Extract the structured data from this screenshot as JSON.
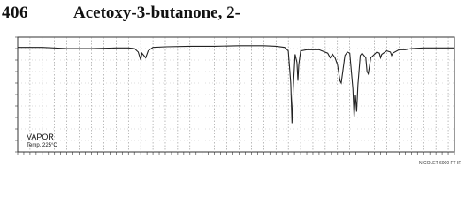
{
  "page": {
    "entry_number": "406",
    "compound_name": "Acetoxy-3-butanone, 2-"
  },
  "chart_data": {
    "type": "line",
    "title": "Acetoxy-3-butanone, 2-",
    "xlabel": "",
    "ylabel": "",
    "x_axis": {
      "unit": "cm-1",
      "xlim": [
        4000,
        450
      ],
      "scale": "linear-reversed"
    },
    "y_axis": {
      "ylim": [
        0,
        100
      ]
    },
    "grid": true,
    "annotations": [
      "VAPOR",
      "Temp. 225°C",
      "NICOLET 6000 FT-IR"
    ],
    "series": [
      {
        "values": [
          [
            4000,
            91
          ],
          [
            3800,
            91
          ],
          [
            3600,
            90
          ],
          [
            3400,
            90
          ],
          [
            3200,
            90.5
          ],
          [
            3100,
            90.5
          ],
          [
            3050,
            90
          ],
          [
            3020,
            87
          ],
          [
            3000,
            80
          ],
          [
            2990,
            86
          ],
          [
            2960,
            82
          ],
          [
            2940,
            88
          ],
          [
            2900,
            91
          ],
          [
            2800,
            91.5
          ],
          [
            2600,
            92
          ],
          [
            2400,
            92
          ],
          [
            2200,
            92.5
          ],
          [
            2000,
            92.5
          ],
          [
            1900,
            92
          ],
          [
            1830,
            91
          ],
          [
            1800,
            88
          ],
          [
            1780,
            60
          ],
          [
            1770,
            25
          ],
          [
            1760,
            55
          ],
          [
            1745,
            85
          ],
          [
            1730,
            78
          ],
          [
            1722,
            62
          ],
          [
            1715,
            76
          ],
          [
            1700,
            88
          ],
          [
            1650,
            89
          ],
          [
            1550,
            89
          ],
          [
            1480,
            86
          ],
          [
            1460,
            82
          ],
          [
            1440,
            85
          ],
          [
            1420,
            82
          ],
          [
            1400,
            76
          ],
          [
            1380,
            62
          ],
          [
            1370,
            60
          ],
          [
            1360,
            68
          ],
          [
            1340,
            84
          ],
          [
            1320,
            87
          ],
          [
            1300,
            86
          ],
          [
            1275,
            55
          ],
          [
            1265,
            30
          ],
          [
            1255,
            50
          ],
          [
            1245,
            35
          ],
          [
            1235,
            58
          ],
          [
            1215,
            84
          ],
          [
            1200,
            86
          ],
          [
            1170,
            82
          ],
          [
            1160,
            70
          ],
          [
            1150,
            68
          ],
          [
            1130,
            82
          ],
          [
            1110,
            84
          ],
          [
            1080,
            87
          ],
          [
            1060,
            86
          ],
          [
            1050,
            82
          ],
          [
            1040,
            85
          ],
          [
            1000,
            88
          ],
          [
            970,
            87
          ],
          [
            960,
            84
          ],
          [
            950,
            86
          ],
          [
            900,
            89
          ],
          [
            850,
            89
          ],
          [
            800,
            90
          ],
          [
            700,
            90.5
          ],
          [
            600,
            90.5
          ],
          [
            450,
            90.5
          ]
        ]
      }
    ]
  }
}
